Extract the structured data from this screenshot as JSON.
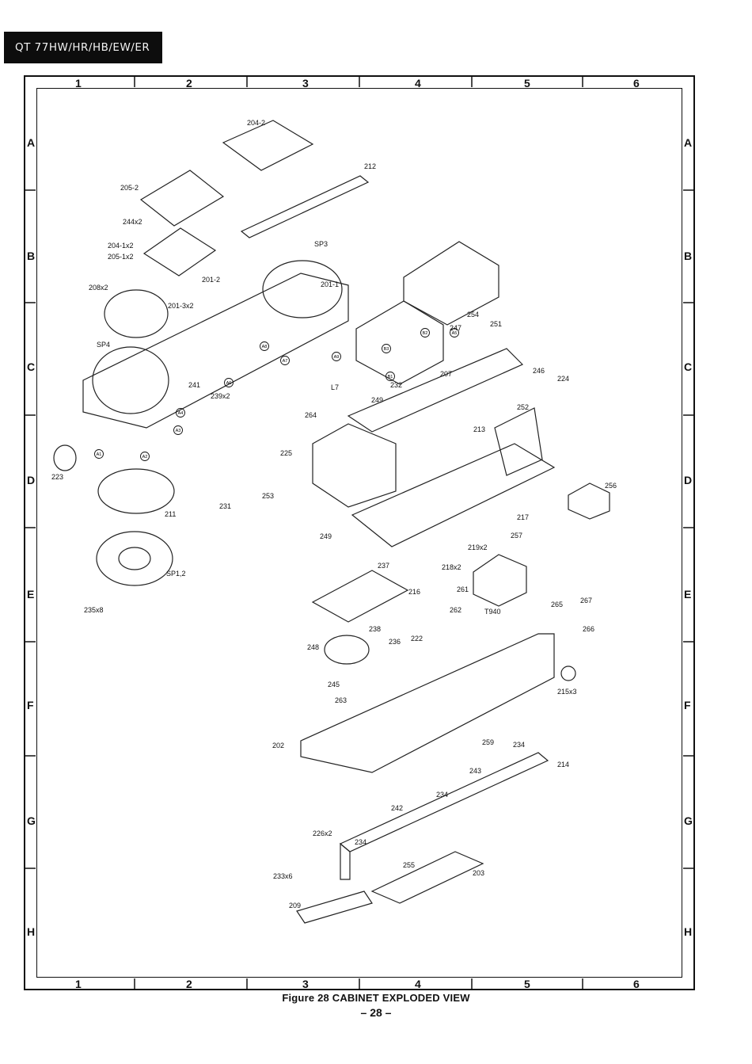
{
  "model_tag": "QT 77HW/HR/HB/EW/ER",
  "grid": {
    "columns": [
      "1",
      "2",
      "3",
      "4",
      "5",
      "6"
    ],
    "rows": [
      "A",
      "B",
      "C",
      "D",
      "E",
      "F",
      "G",
      "H"
    ]
  },
  "caption": "Figure 28 CABINET EXPLODED VIEW",
  "page_number": "– 28 –",
  "part_labels": [
    "204-2",
    "212",
    "205-2",
    "244x2",
    "204-1x2",
    "205-1x2",
    "SP3",
    "201-2",
    "208x2",
    "201-3x2",
    "201-1",
    "SP4",
    "239x2",
    "241",
    "L7",
    "232",
    "207",
    "246",
    "224",
    "254",
    "251",
    "247",
    "249",
    "252",
    "264",
    "213",
    "225",
    "223",
    "253",
    "231",
    "211",
    "256",
    "217",
    "249",
    "257",
    "219x2",
    "218x2",
    "237",
    "216",
    "SP1,2",
    "261",
    "T940",
    "265",
    "267",
    "266",
    "262",
    "235x8",
    "238",
    "236",
    "222",
    "248",
    "245",
    "215x3",
    "263",
    "202",
    "259",
    "234",
    "214",
    "243",
    "234",
    "242",
    "226x2",
    "234",
    "233x6",
    "255",
    "203",
    "209"
  ],
  "callouts": [
    "A1",
    "A2",
    "A3",
    "A4",
    "A5",
    "A6",
    "A7",
    "A8",
    "A9",
    "B1",
    "B2",
    "B3"
  ]
}
